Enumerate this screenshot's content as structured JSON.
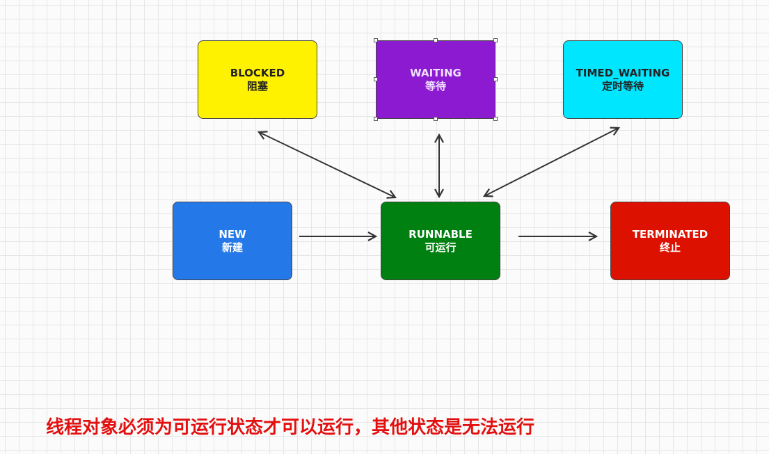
{
  "colors": {
    "blocked": "#fff200",
    "waiting": "#8b1ad0",
    "timed_waiting": "#00e6ff",
    "new": "#2478e8",
    "runnable": "#008010",
    "terminated": "#dd1100",
    "arrow": "#333333",
    "caption": "#e31010"
  },
  "nodes": {
    "blocked": {
      "label": "BLOCKED",
      "sublabel": "阻塞"
    },
    "waiting": {
      "label": "WAITING",
      "sublabel": "等待"
    },
    "timed_waiting": {
      "label": "TIMED_WAITING",
      "sublabel": "定时等待"
    },
    "new": {
      "label": "NEW",
      "sublabel": "新建"
    },
    "runnable": {
      "label": "RUNNABLE",
      "sublabel": "可运行"
    },
    "terminated": {
      "label": "TERMINATED",
      "sublabel": "终止"
    }
  },
  "caption": "线程对象必须为可运行状态才可以运行，其他状态是无法运行"
}
